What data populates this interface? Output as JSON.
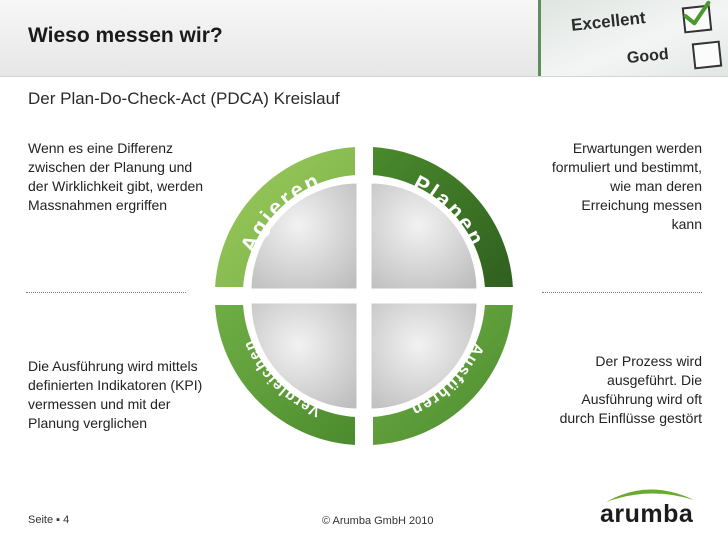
{
  "header": {
    "title": "Wieso messen wir?",
    "checklist": {
      "excellent": "Excellent",
      "good": "Good"
    }
  },
  "subtitle": "Der Plan-Do-Check-Act (PDCA) Kreislauf",
  "texts": {
    "top_left": [
      "Wenn es eine Differenz",
      "zwischen der Planung und",
      "der Wirklichkeit gibt, werden",
      "Massnahmen ergriffen"
    ],
    "top_right": [
      "Erwartungen werden",
      "formuliert und bestimmt,",
      "wie man deren",
      "Erreichung messen",
      "kann"
    ],
    "bottom_left": [
      "Die Ausführung wird mittels",
      "definierten Indikatoren (KPI)",
      "vermessen und mit der",
      "Planung verglichen"
    ],
    "bottom_right": [
      "Der Prozess wird",
      "ausgeführt. Die",
      "Ausführung wird oft",
      "durch Einflüsse gestört"
    ]
  },
  "cycle": {
    "plan": "Planen",
    "do": "Ausführen",
    "check": "Vergleichen",
    "act": "Agieren"
  },
  "footer": {
    "page": "Seite ▪ 4",
    "copyright": "© Arumba GmbH 2010",
    "logo": "arumba"
  },
  "colors": {
    "dark_green": "#3f7a28",
    "mid_green": "#5e9c3c",
    "light_green": "#8ec052",
    "text": "#222222"
  }
}
